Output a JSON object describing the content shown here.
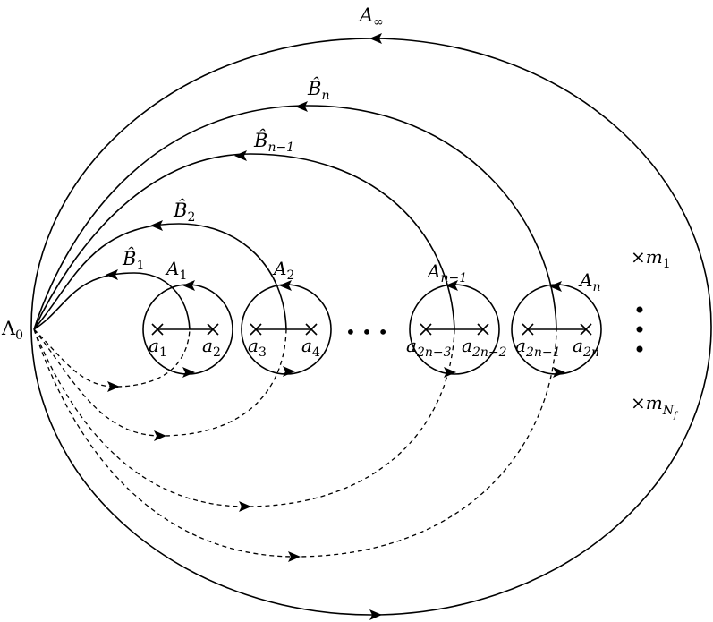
{
  "labels": {
    "lambda0": "Λ",
    "lambda0_sub": "0",
    "a_inf": "A",
    "a_inf_sub": "∞",
    "b_hat": "B̂",
    "b1_sub": "1",
    "b2_sub": "2",
    "bn1_sub": "n−1",
    "bn_sub": "n",
    "a_letter": "A",
    "A1_sub": "1",
    "A2_sub": "2",
    "An1_sub": "n−1",
    "An_sub": "n",
    "a_small": "a",
    "a1_sub": "1",
    "a2_sub": "2",
    "a3_sub": "3",
    "a4_sub": "4",
    "a2n3_sub": "2n−3",
    "a2n2_sub": "2n−2",
    "a2n1_sub": "2n−1",
    "a2n_sub": "2n",
    "m": "m",
    "m1_sub": "1",
    "mnf_sub": "N",
    "mnf_subsub": "f",
    "dots_horizontal": "• • •",
    "cross": "×"
  },
  "icons": {
    "arrowhead": "arrowhead-icon",
    "branch_point": "cross-icon",
    "mass_marker": "cross-icon"
  },
  "colors": {
    "stroke": "#000000",
    "background": "#ffffff"
  }
}
